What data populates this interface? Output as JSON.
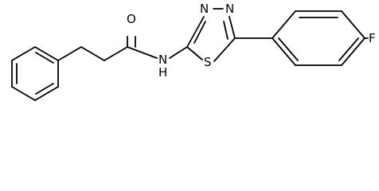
{
  "molecule": {
    "atoms": {
      "oxygen": "O",
      "amide_nitrogen": "N",
      "amide_hydrogen": "H",
      "ring_nitrogen_1": "N",
      "ring_nitrogen_2": "N",
      "sulfur": "S",
      "fluorine": "F"
    },
    "colors": {
      "bond": "#000000",
      "label": "#000000",
      "background": "#ffffff"
    }
  }
}
